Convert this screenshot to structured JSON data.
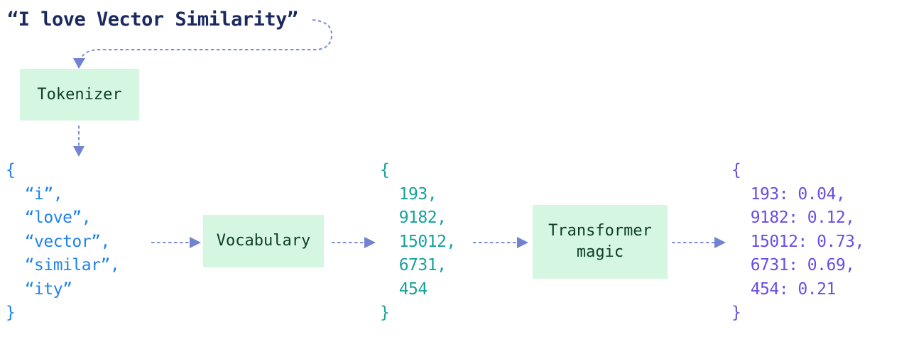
{
  "title": "“I love Vector Similarity”",
  "boxes": {
    "tokenizer": {
      "label": "Tokenizer"
    },
    "vocabulary": {
      "label": "Vocabulary"
    },
    "transformer": {
      "label": "Transformer magic"
    }
  },
  "lists": {
    "tokens": [
      "i",
      "love",
      "vector",
      "similar",
      "ity"
    ],
    "token_ids": [
      193,
      9182,
      15012,
      6731,
      454
    ],
    "weights": [
      {
        "id": 193,
        "value": "0.04"
      },
      {
        "id": 9182,
        "value": "0.12"
      },
      {
        "id": 15012,
        "value": "0.73"
      },
      {
        "id": 6731,
        "value": "0.69"
      },
      {
        "id": 454,
        "value": "0.21"
      }
    ]
  },
  "colors": {
    "title-text": "#1b2a5e",
    "box-bg": "#d5f6e0",
    "box-text": "#0d3d25",
    "arrow": "#7e8ed2",
    "arrow-head": "#7283cf",
    "tokens-text": "#1e82f0",
    "ids-text": "#14a29a",
    "weights-text": "#6a4de5"
  }
}
